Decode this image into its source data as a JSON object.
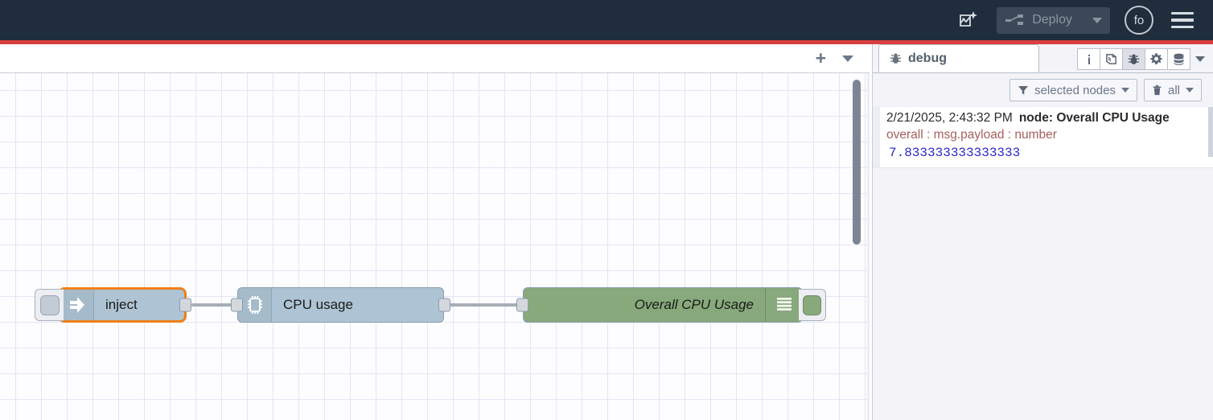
{
  "header": {
    "ai_icon": "flow-sparkle-icon",
    "deploy": {
      "label": "Deploy",
      "icon": "deploy-icon",
      "caret_icon": "chevron-down-icon",
      "disabled": true
    },
    "avatar": {
      "initials": "fo",
      "icon": "user-avatar"
    },
    "menu_icon": "hamburger-menu-icon",
    "background_color": "#1f2d3d",
    "changes_bar_color": "#d93f3f"
  },
  "workspace": {
    "tabbar": {
      "add_label": "+",
      "add_icon": "plus-icon",
      "caret_icon": "chevron-down-icon"
    },
    "canvas": {
      "grid_color": "#e3e5f5",
      "background_color": "#fdfdff"
    },
    "nodes": [
      {
        "id": "inject",
        "label": "inject",
        "icon": "inject-arrow-icon",
        "type": "inject",
        "color": "#aec4d4",
        "selected": true,
        "button": "inject-trigger-button"
      },
      {
        "id": "cpu-usage",
        "label": "CPU usage",
        "icon": "cpu-chip-icon",
        "type": "cpu",
        "color": "#aec4d4",
        "selected": false
      },
      {
        "id": "overall-cpu-usage",
        "label": "Overall CPU Usage",
        "icon": "debug-lines-icon",
        "type": "debug",
        "color": "#87a97b",
        "selected": false,
        "button": "debug-enable-toggle"
      }
    ]
  },
  "sidebar": {
    "tab": {
      "label": "debug",
      "icon": "bug-icon"
    },
    "tools": [
      {
        "name": "info-tool",
        "icon": "info-icon",
        "active": false
      },
      {
        "name": "help-tool",
        "icon": "book-icon",
        "active": false
      },
      {
        "name": "debug-tool",
        "icon": "bug-icon",
        "active": true
      },
      {
        "name": "config-tool",
        "icon": "gear-icon",
        "active": false
      },
      {
        "name": "context-tool",
        "icon": "database-icon",
        "active": false
      }
    ],
    "tools_caret_icon": "chevron-down-icon",
    "filters": {
      "nodes_filter": {
        "label": "selected nodes",
        "icon": "filter-funnel-icon",
        "caret_icon": "chevron-down-icon"
      },
      "clear_filter": {
        "label": "all",
        "icon": "trash-icon",
        "caret_icon": "chevron-down-icon"
      }
    },
    "messages": [
      {
        "timestamp": "2/21/2025, 2:43:32 PM",
        "node_label": "node: Overall CPU Usage",
        "property": "overall : msg.payload : number",
        "value": "7.833333333333333",
        "value_color": "#2c27c7",
        "property_color": "#a6605c"
      }
    ]
  }
}
